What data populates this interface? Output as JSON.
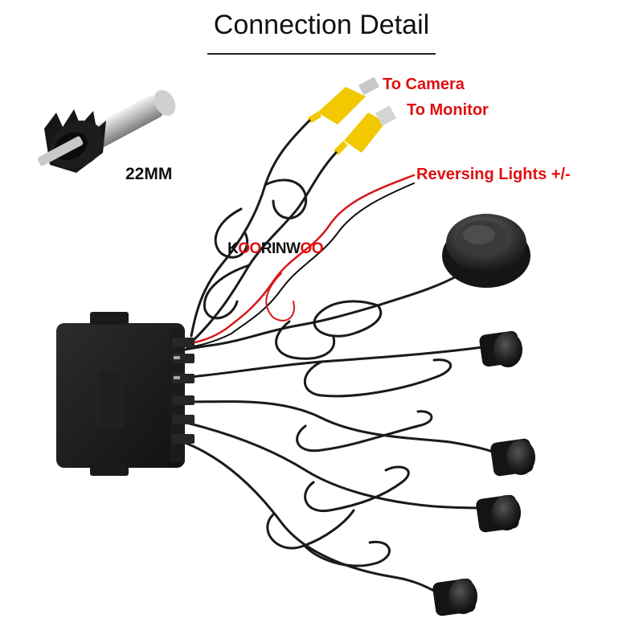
{
  "title": "Connection Detail",
  "labels": {
    "to_camera": "To Camera",
    "to_monitor": "To Monitor",
    "reversing_lights": "Reversing Lights +/-",
    "drill_size": "22MM"
  },
  "brand": {
    "part1": "K",
    "part2": "OO",
    "part3": "RINW",
    "part4": "OO"
  },
  "colors": {
    "label_red": "#e01010",
    "cable_black": "#1a1a1a",
    "rca_yellow": "#f2c800",
    "wire_red": "#d81818"
  },
  "components": [
    "hole-saw-drill-bit",
    "control-box",
    "rca-camera-plug",
    "rca-monitor-plug",
    "reversing-light-wire",
    "buzzer-speaker",
    "parking-sensor-1",
    "parking-sensor-2",
    "parking-sensor-3",
    "parking-sensor-4"
  ]
}
